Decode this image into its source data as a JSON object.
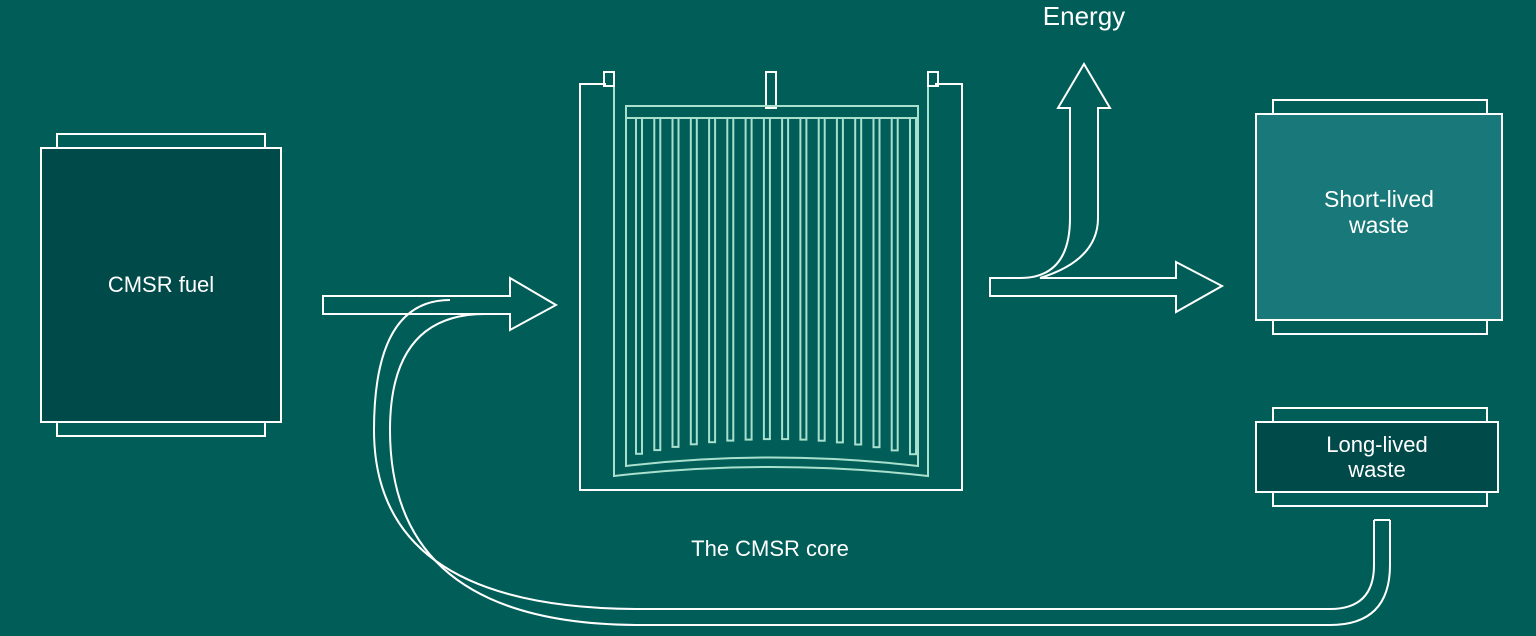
{
  "labels": {
    "fuel": "CMSR fuel",
    "core": "The CMSR core",
    "energy": "Energy",
    "short_lived_line1": "Short-lived",
    "short_lived_line2": "waste",
    "long_lived_line1": "Long-lived",
    "long_lived_line2": "waste"
  },
  "colors": {
    "background": "#005d58",
    "outline": "#ffffff",
    "fuel_fill": "#004a4a",
    "short_lived_fill": "#19797a",
    "long_lived_fill": "#004a4a",
    "core_accent": "#a8e0cd"
  }
}
